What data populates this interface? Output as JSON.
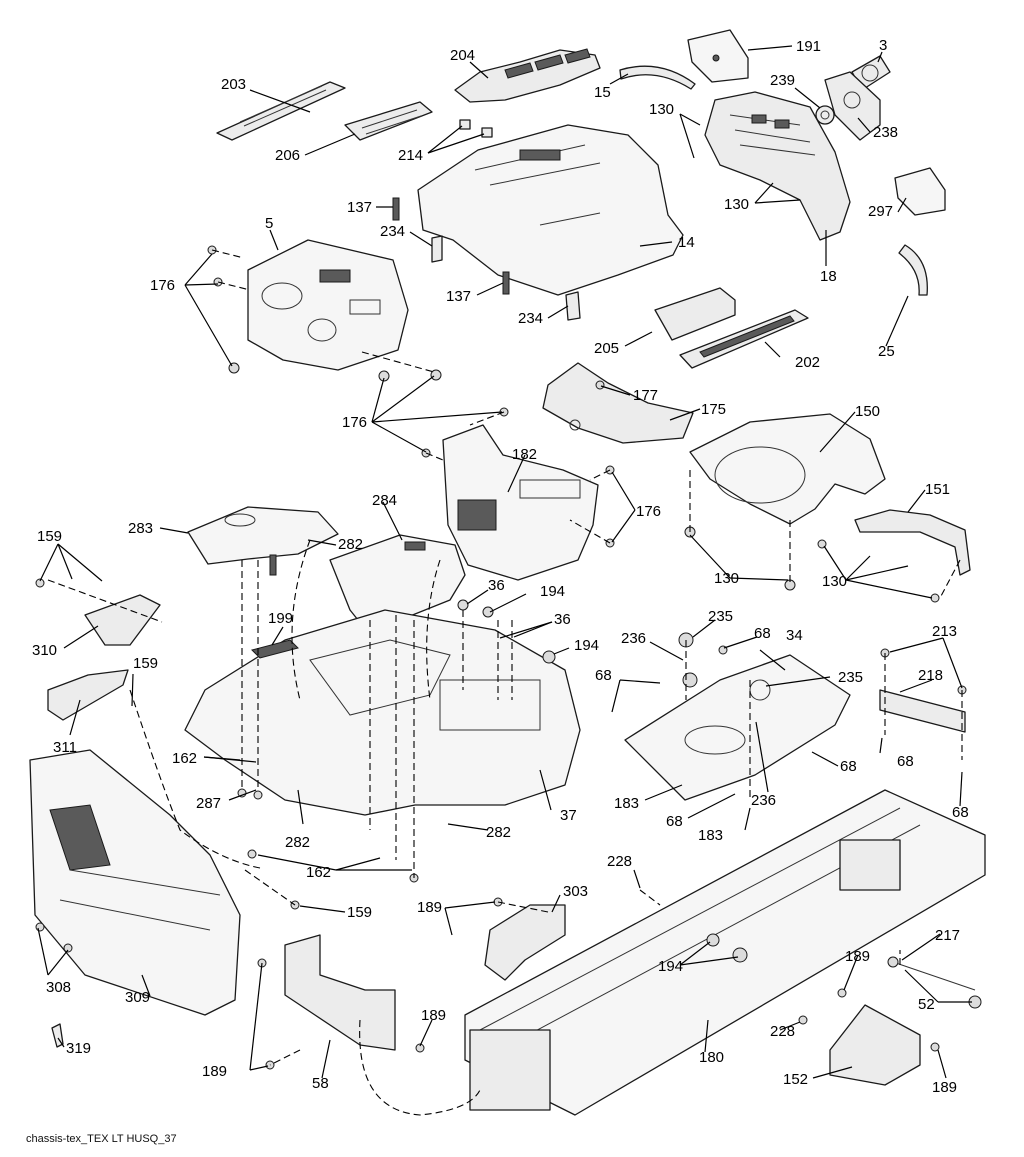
{
  "diagram": {
    "footer_text": "chassis-tex_TEX LT HUSQ_37",
    "callouts": [
      {
        "id": "c-203",
        "text": "203"
      },
      {
        "id": "c-204",
        "text": "204"
      },
      {
        "id": "c-191",
        "text": "191"
      },
      {
        "id": "c-3",
        "text": "3"
      },
      {
        "id": "c-15",
        "text": "15"
      },
      {
        "id": "c-239",
        "text": "239"
      },
      {
        "id": "c-238",
        "text": "238"
      },
      {
        "id": "c-130a",
        "text": "130"
      },
      {
        "id": "c-206",
        "text": "206"
      },
      {
        "id": "c-214",
        "text": "214"
      },
      {
        "id": "c-130b",
        "text": "130"
      },
      {
        "id": "c-137a",
        "text": "137"
      },
      {
        "id": "c-297",
        "text": "297"
      },
      {
        "id": "c-5",
        "text": "5"
      },
      {
        "id": "c-234a",
        "text": "234"
      },
      {
        "id": "c-14",
        "text": "14"
      },
      {
        "id": "c-18",
        "text": "18"
      },
      {
        "id": "c-176a",
        "text": "176"
      },
      {
        "id": "c-137b",
        "text": "137"
      },
      {
        "id": "c-234b",
        "text": "234"
      },
      {
        "id": "c-205",
        "text": "205"
      },
      {
        "id": "c-202",
        "text": "202"
      },
      {
        "id": "c-25",
        "text": "25"
      },
      {
        "id": "c-177",
        "text": "177"
      },
      {
        "id": "c-175",
        "text": "175"
      },
      {
        "id": "c-150",
        "text": "150"
      },
      {
        "id": "c-176b",
        "text": "176"
      },
      {
        "id": "c-182",
        "text": "182"
      },
      {
        "id": "c-151",
        "text": "151"
      },
      {
        "id": "c-284",
        "text": "284"
      },
      {
        "id": "c-176c",
        "text": "176"
      },
      {
        "id": "c-283",
        "text": "283"
      },
      {
        "id": "c-282a",
        "text": "282"
      },
      {
        "id": "c-159a",
        "text": "159"
      },
      {
        "id": "c-130c",
        "text": "130"
      },
      {
        "id": "c-130d",
        "text": "130"
      },
      {
        "id": "c-36a",
        "text": "36"
      },
      {
        "id": "c-194a",
        "text": "194"
      },
      {
        "id": "c-36b",
        "text": "36"
      },
      {
        "id": "c-199",
        "text": "199"
      },
      {
        "id": "c-235a",
        "text": "235"
      },
      {
        "id": "c-236a",
        "text": "236"
      },
      {
        "id": "c-68a",
        "text": "68"
      },
      {
        "id": "c-34",
        "text": "34"
      },
      {
        "id": "c-194b",
        "text": "194"
      },
      {
        "id": "c-213",
        "text": "213"
      },
      {
        "id": "c-310",
        "text": "310"
      },
      {
        "id": "c-159b",
        "text": "159"
      },
      {
        "id": "c-68b",
        "text": "68"
      },
      {
        "id": "c-235b",
        "text": "235"
      },
      {
        "id": "c-218",
        "text": "218"
      },
      {
        "id": "c-311",
        "text": "311"
      },
      {
        "id": "c-162a",
        "text": "162"
      },
      {
        "id": "c-68c",
        "text": "68"
      },
      {
        "id": "c-68d",
        "text": "68"
      },
      {
        "id": "c-236b",
        "text": "236"
      },
      {
        "id": "c-287",
        "text": "287"
      },
      {
        "id": "c-37",
        "text": "37"
      },
      {
        "id": "c-183a",
        "text": "183"
      },
      {
        "id": "c-68e",
        "text": "68"
      },
      {
        "id": "c-68f",
        "text": "68"
      },
      {
        "id": "c-282b",
        "text": "282"
      },
      {
        "id": "c-183b",
        "text": "183"
      },
      {
        "id": "c-282c",
        "text": "282"
      },
      {
        "id": "c-162b",
        "text": "162"
      },
      {
        "id": "c-228a",
        "text": "228"
      },
      {
        "id": "c-303",
        "text": "303"
      },
      {
        "id": "c-189a",
        "text": "189"
      },
      {
        "id": "c-159c",
        "text": "159"
      },
      {
        "id": "c-217",
        "text": "217"
      },
      {
        "id": "c-308",
        "text": "308"
      },
      {
        "id": "c-194c",
        "text": "194"
      },
      {
        "id": "c-189b",
        "text": "189"
      },
      {
        "id": "c-52",
        "text": "52"
      },
      {
        "id": "c-309",
        "text": "309"
      },
      {
        "id": "c-228b",
        "text": "228"
      },
      {
        "id": "c-189c",
        "text": "189"
      },
      {
        "id": "c-319",
        "text": "319"
      },
      {
        "id": "c-180",
        "text": "180"
      },
      {
        "id": "c-189d",
        "text": "189"
      },
      {
        "id": "c-58",
        "text": "58"
      },
      {
        "id": "c-152",
        "text": "152"
      },
      {
        "id": "c-189e",
        "text": "189"
      }
    ]
  }
}
